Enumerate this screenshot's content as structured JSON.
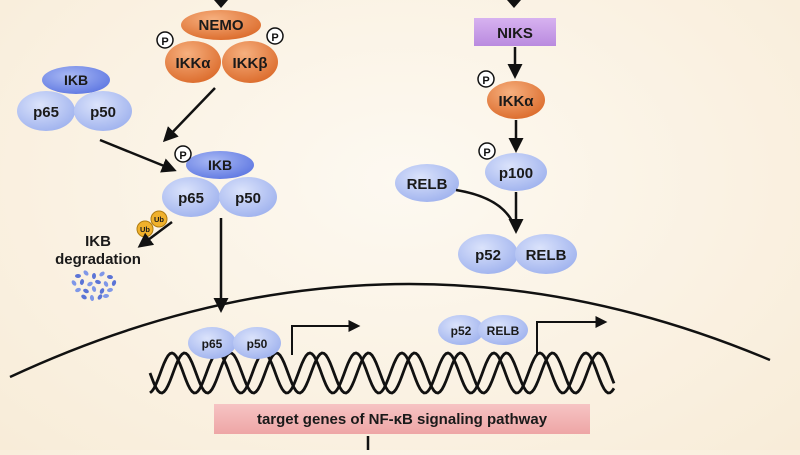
{
  "canonical": {
    "nemo": "NEMO",
    "ikk_alpha": "IKKα",
    "ikk_beta": "IKKβ",
    "phospho": "P"
  },
  "left": {
    "ikb": "IKB",
    "p65": "p65",
    "p50": "p50",
    "ub": "Ub",
    "degradation_line1": "IKB",
    "degradation_line2": "degradation"
  },
  "noncanonical": {
    "niks": "NIKS",
    "ikk_alpha": "IKKα",
    "p100": "p100",
    "relb": "RELB",
    "p52": "p52"
  },
  "nucleus": {
    "p65": "p65",
    "p50": "p50",
    "p52": "p52",
    "relb": "RELB",
    "target_label": "target genes of NF-κB signaling pathway"
  },
  "colors": {
    "orange": "#e07b3f",
    "blue_dark": "#6d86e8",
    "blue_light": "#b9c7f4",
    "niks_purple": "#c79ce8",
    "label_pink": "#f2b2b2",
    "ub_yellow": "#f0b12c"
  }
}
